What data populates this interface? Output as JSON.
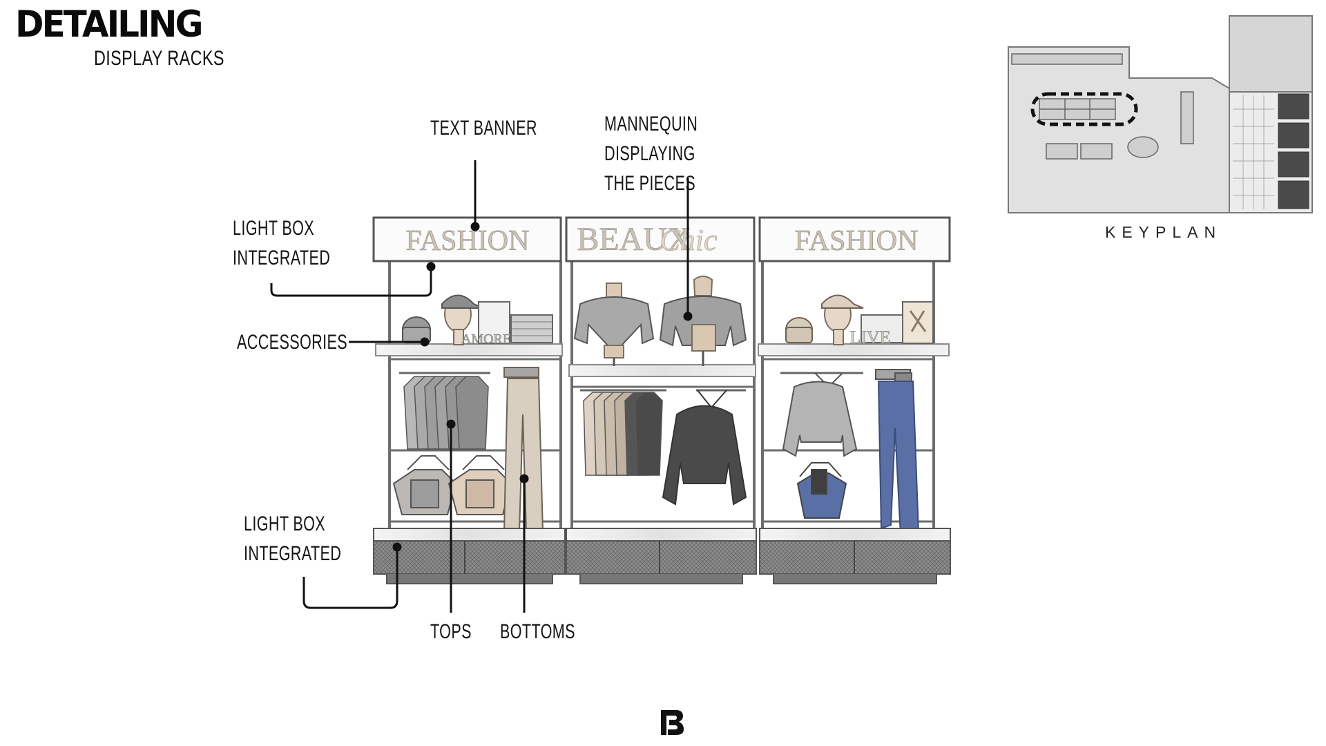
{
  "header": {
    "title": "DETAILING",
    "subtitle": "DISPLAY RACKS"
  },
  "annotations": {
    "text_banner": "TEXT BANNER",
    "mannequin": "MANNEQUIN\nDISPLAYING\nTHE PIECES",
    "light_box_top": "LIGHT BOX\nINTEGRATED",
    "accessories": "ACCESSORIES",
    "light_box_bottom": "LIGHT BOX\nINTEGRATED",
    "tops": "TOPS",
    "bottoms": "BOTTOMS"
  },
  "rack": {
    "banner_left": "FASHION",
    "banner_center_main": "BEAUX",
    "banner_center_script": "Chic",
    "banner_right": "FASHION",
    "sign_left": "AMORE",
    "sign_right": "LIVE"
  },
  "keyplan": {
    "caption": "KEYPLAN"
  },
  "logo": {
    "name": "brand-logo-icon"
  },
  "colors": {
    "ink": "#111111",
    "frame": "#6d6d6d",
    "shelf": "#e9e9e9",
    "blue_garment": "#5a6fa6",
    "beige_garment": "#d9cfc0",
    "grey_garment": "#a9a9a9",
    "dark_garment": "#4a4a4a"
  }
}
